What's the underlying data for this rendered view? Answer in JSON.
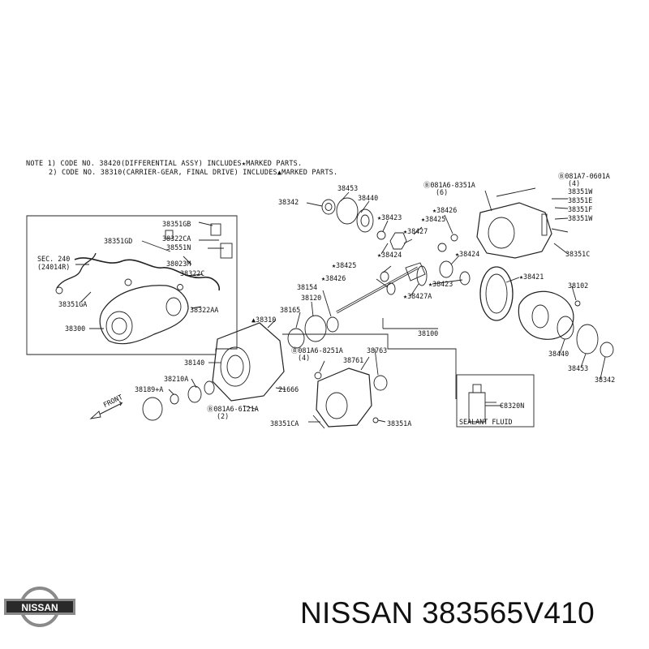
{
  "notes": [
    "NOTE 1) CODE NO. 38420(DIFFERENTIAL ASSY) INCLUDES★MARKED PARTS.",
    "2) CODE NO. 38310(CARRIER-GEAR, FINAL DRIVE) INCLUDES▲MARKED PARTS."
  ],
  "labels": [
    {
      "id": "p383510b",
      "text": "38351GB"
    },
    {
      "id": "p38351gd",
      "text": "38351GD"
    },
    {
      "id": "p38322ca",
      "text": "38322CA"
    },
    {
      "id": "p38551n",
      "text": "38551N"
    },
    {
      "id": "p38023m",
      "text": "38023M"
    },
    {
      "id": "p38322c",
      "text": "38322C"
    },
    {
      "id": "psec240",
      "text": "SEC. 240"
    },
    {
      "id": "psec240b",
      "text": "(24014R)"
    },
    {
      "id": "p38351ga",
      "text": "38351GA"
    },
    {
      "id": "p38322aa",
      "text": "38322AA"
    },
    {
      "id": "p38300",
      "text": "38300"
    },
    {
      "id": "p38342a",
      "text": "38342"
    },
    {
      "id": "p38453a",
      "text": "38453"
    },
    {
      "id": "p38440a",
      "text": "38440"
    },
    {
      "id": "p38423a",
      "text": "★38423"
    },
    {
      "id": "p38425a",
      "text": "★38425"
    },
    {
      "id": "p38427",
      "text": "★38427"
    },
    {
      "id": "p38424a",
      "text": "★38424"
    },
    {
      "id": "p38426a",
      "text": "★38426"
    },
    {
      "id": "pbolt1",
      "text": "Ⓑ081A6-8351A"
    },
    {
      "id": "pbolt1b",
      "text": "(6)"
    },
    {
      "id": "pbolt2",
      "text": "Ⓑ081A7-0601A"
    },
    {
      "id": "pbolt2b",
      "text": "(4)"
    },
    {
      "id": "p38351w1",
      "text": "38351W"
    },
    {
      "id": "p38351e",
      "text": "38351E"
    },
    {
      "id": "p38351f",
      "text": "38351F"
    },
    {
      "id": "p38351w2",
      "text": "38351W"
    },
    {
      "id": "p38351c",
      "text": "38351C"
    },
    {
      "id": "p38425b",
      "text": "★38425"
    },
    {
      "id": "p38424b",
      "text": "★38424"
    },
    {
      "id": "p38426b",
      "text": "★38426"
    },
    {
      "id": "p38423b",
      "text": "★38423"
    },
    {
      "id": "p38427a",
      "text": "★38427A"
    },
    {
      "id": "p38421",
      "text": "★38421"
    },
    {
      "id": "p38102",
      "text": "38102"
    },
    {
      "id": "p38154",
      "text": "38154"
    },
    {
      "id": "p38120",
      "text": "38120"
    },
    {
      "id": "p38165",
      "text": "38165"
    },
    {
      "id": "p38310",
      "text": "▲38310"
    },
    {
      "id": "p38100",
      "text": "38100"
    },
    {
      "id": "p38440b",
      "text": "38440"
    },
    {
      "id": "p38453b",
      "text": "38453"
    },
    {
      "id": "p38342b",
      "text": "38342"
    },
    {
      "id": "pbolt3",
      "text": "Ⓑ081A6-8251A"
    },
    {
      "id": "pbolt3b",
      "text": "(4)"
    },
    {
      "id": "p38763",
      "text": "38763"
    },
    {
      "id": "p38761",
      "text": "38761"
    },
    {
      "id": "p38140",
      "text": "38140"
    },
    {
      "id": "p38210a",
      "text": "38210A"
    },
    {
      "id": "p38189a",
      "text": "38189+A"
    },
    {
      "id": "p21666",
      "text": "21666"
    },
    {
      "id": "pbolt4",
      "text": "Ⓑ081A6-6121A"
    },
    {
      "id": "pbolt4b",
      "text": "(2)"
    },
    {
      "id": "pfront",
      "text": "FRONT"
    },
    {
      "id": "p38351ca",
      "text": "38351CA"
    },
    {
      "id": "p38351a",
      "text": "38351A"
    },
    {
      "id": "pc8320n",
      "text": "C8320N"
    },
    {
      "id": "psealant",
      "text": "SEALANT FLUID"
    }
  ],
  "footer": {
    "logo_text": "NISSAN",
    "part_number": "NISSAN 383565V410"
  },
  "colors": {
    "ink": "#111111",
    "logo_silver": "#8a8a8a",
    "logo_dark": "#2a2a2a"
  }
}
